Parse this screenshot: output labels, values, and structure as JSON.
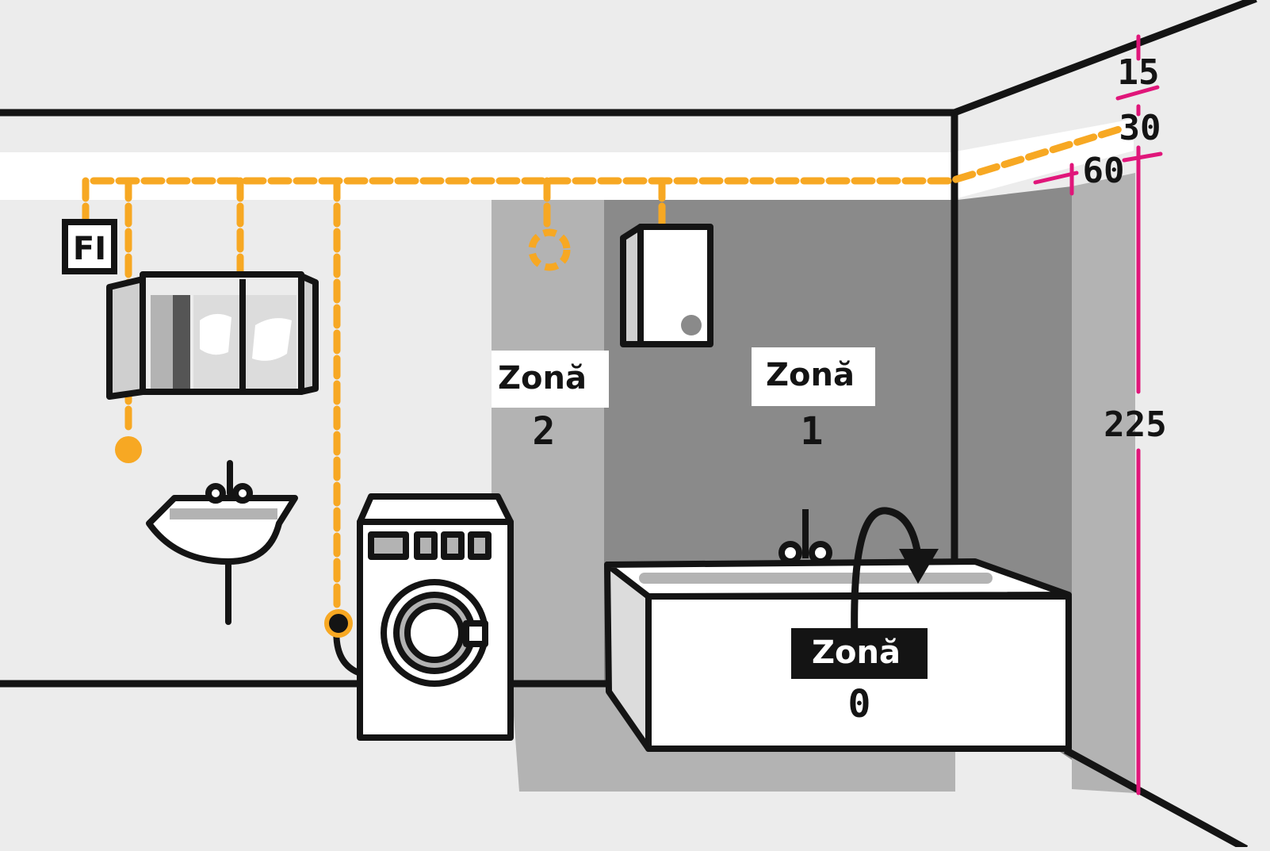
{
  "fi_box": {
    "label": "FI"
  },
  "zones": [
    {
      "word": "Zonă",
      "number": "2"
    },
    {
      "word": "Zonă",
      "number": "1"
    },
    {
      "word": "Zonă",
      "number": "0"
    }
  ],
  "dimensions": {
    "top": "15",
    "second": "30",
    "third": "60",
    "height": "225"
  },
  "colors": {
    "wall": "#ececec",
    "ceiling_band": "#ffffff",
    "wiring": "#f7a823",
    "dimension_lines": "#e0167a",
    "zone_2_shade": "#b3b3b3",
    "zone_1_shade": "#8a8a8a",
    "outline": "#141414"
  }
}
